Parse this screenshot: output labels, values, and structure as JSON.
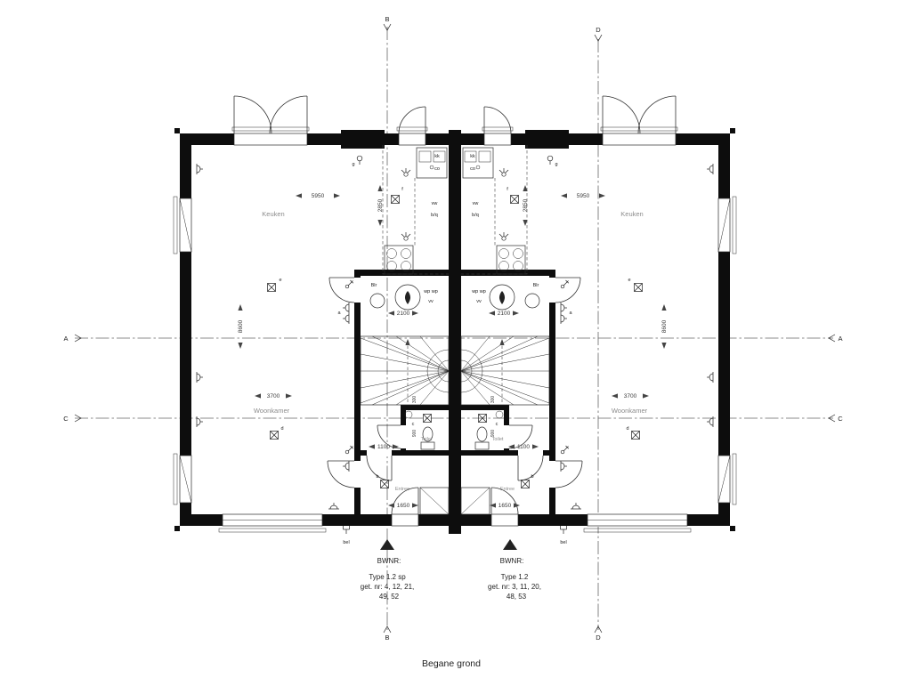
{
  "title": "Begane grond",
  "grid": {
    "a": "A",
    "b": "B",
    "c": "C",
    "d": "D"
  },
  "rooms": {
    "keuken": "Keuken",
    "woonkamer": "Woonkamer",
    "toilet": "Toilet",
    "entree": "Entree",
    "boiler": "Blr"
  },
  "dims": {
    "keuken_w": "5950",
    "keuken_d": "2850",
    "depth": "8600",
    "woonkamer_w": "3700",
    "core_w": "2100",
    "hall_w": "1100",
    "entree_w": "1650",
    "toilet_d": "900",
    "niche": "300"
  },
  "tags": {
    "kk": "kk",
    "co": "co",
    "vw": "vw",
    "bq": "b/q",
    "wp": "wp wp",
    "vv": "vv",
    "bel": "bel",
    "a": "a",
    "b": "b",
    "c": "c",
    "d": "d",
    "e": "e",
    "f": "f",
    "g": "g"
  },
  "bwnr_label": "BWNR:",
  "unit_left": {
    "type": "Type 1.2 sp",
    "nr1": "get. nr: 4, 12, 21,",
    "nr2": "49, 52"
  },
  "unit_right": {
    "type": "Type 1.2",
    "nr1": "get. nr: 3, 11, 20,",
    "nr2": "48, 53"
  }
}
